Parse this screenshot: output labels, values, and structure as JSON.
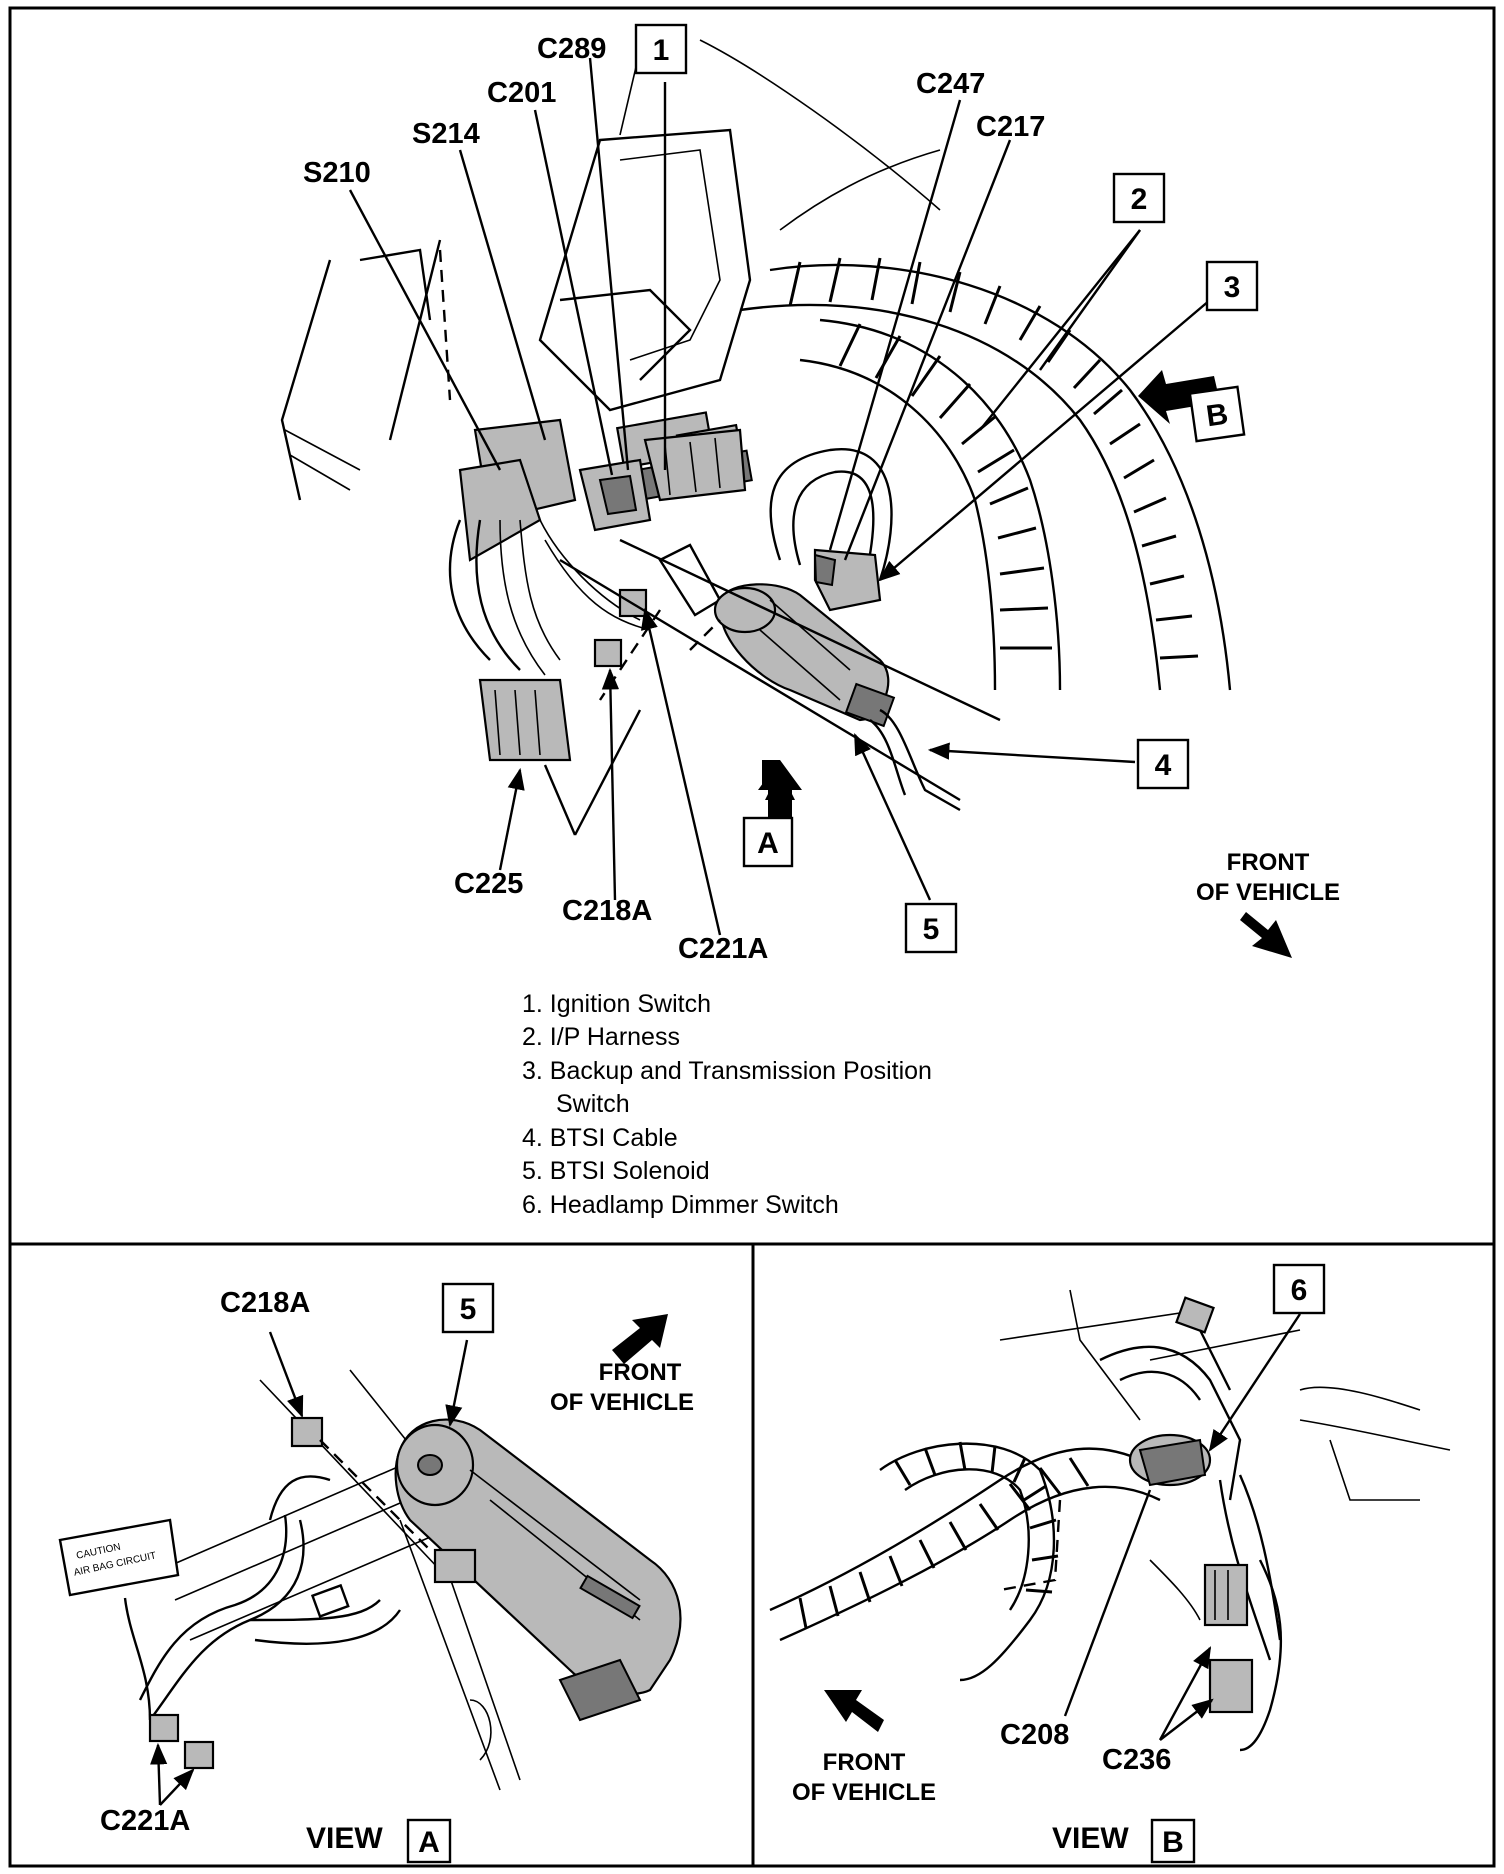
{
  "main_view": {
    "callouts": {
      "c289": "C289",
      "c201": "C201",
      "s214": "S214",
      "s210": "S210",
      "c247": "C247",
      "c217": "C217",
      "c225": "C225",
      "c218a": "C218A",
      "c221a": "C221A"
    },
    "boxes": {
      "b1": "1",
      "b2": "2",
      "b3": "3",
      "b4": "4",
      "b5": "5",
      "a": "A",
      "b": "B"
    },
    "front_line1": "FRONT",
    "front_line2": "OF VEHICLE"
  },
  "legend": {
    "items": [
      "1. Ignition Switch",
      "2. I/P Harness",
      "3. Backup and Transmission Position",
      "Switch",
      "4. BTSI Cable",
      "5. BTSI Solenoid",
      "6. Headlamp Dimmer Switch"
    ]
  },
  "view_a": {
    "c218a": "C218A",
    "box5": "5",
    "c221a": "C221A",
    "caution_line1": "CAUTION",
    "caution_line2": "AIR BAG CIRCUIT",
    "front_line1": "FRONT",
    "front_line2": "OF VEHICLE",
    "view_label": "VIEW",
    "view_box": "A"
  },
  "view_b": {
    "box6": "6",
    "c208": "C208",
    "c236": "C236",
    "front_line1": "FRONT",
    "front_line2": "OF VEHICLE",
    "view_label": "VIEW",
    "view_box": "B"
  }
}
